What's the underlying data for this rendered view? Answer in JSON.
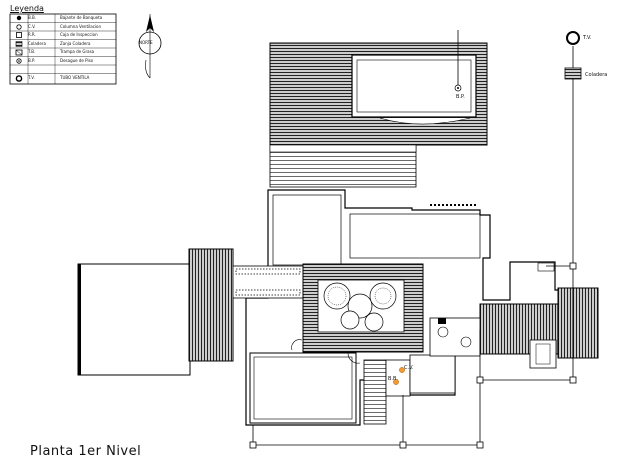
{
  "title": "Planta 1er Nivel",
  "north_label": "NORTE",
  "legend": {
    "title": "Leyenda",
    "rows": [
      {
        "code": "B.B.",
        "desc": "Bajante de Banqueta",
        "icon": "filled-circle-icon"
      },
      {
        "code": "C.V.",
        "desc": "Columna Ventilacion",
        "icon": "circle-icon"
      },
      {
        "code": "R.R.",
        "desc": "Caja de Inspeccion",
        "icon": "square-icon"
      },
      {
        "code": "Coladera",
        "desc": "Zanja Coladera",
        "icon": "hatched-square-icon"
      },
      {
        "code": "T.B.",
        "desc": "Trampa de Grasa",
        "icon": "crossed-square-icon"
      },
      {
        "code": "B.P.",
        "desc": "Desague de Piso",
        "icon": "dotted-circle-icon"
      },
      {
        "code": "",
        "desc": "",
        "icon": ""
      },
      {
        "code": "T.V.",
        "desc": "TUBO VENTILA",
        "icon": "bold-circle-icon"
      }
    ]
  },
  "labels": {
    "pool_drain": "B.P.",
    "vent_pipe": "T.V.",
    "drain_box": "Coladera",
    "ventilation": "C.V.",
    "downspout": "B.B."
  },
  "colors": {
    "background": "#ffffff",
    "lines": "#000000",
    "fixture_marker": "#f29b30"
  }
}
